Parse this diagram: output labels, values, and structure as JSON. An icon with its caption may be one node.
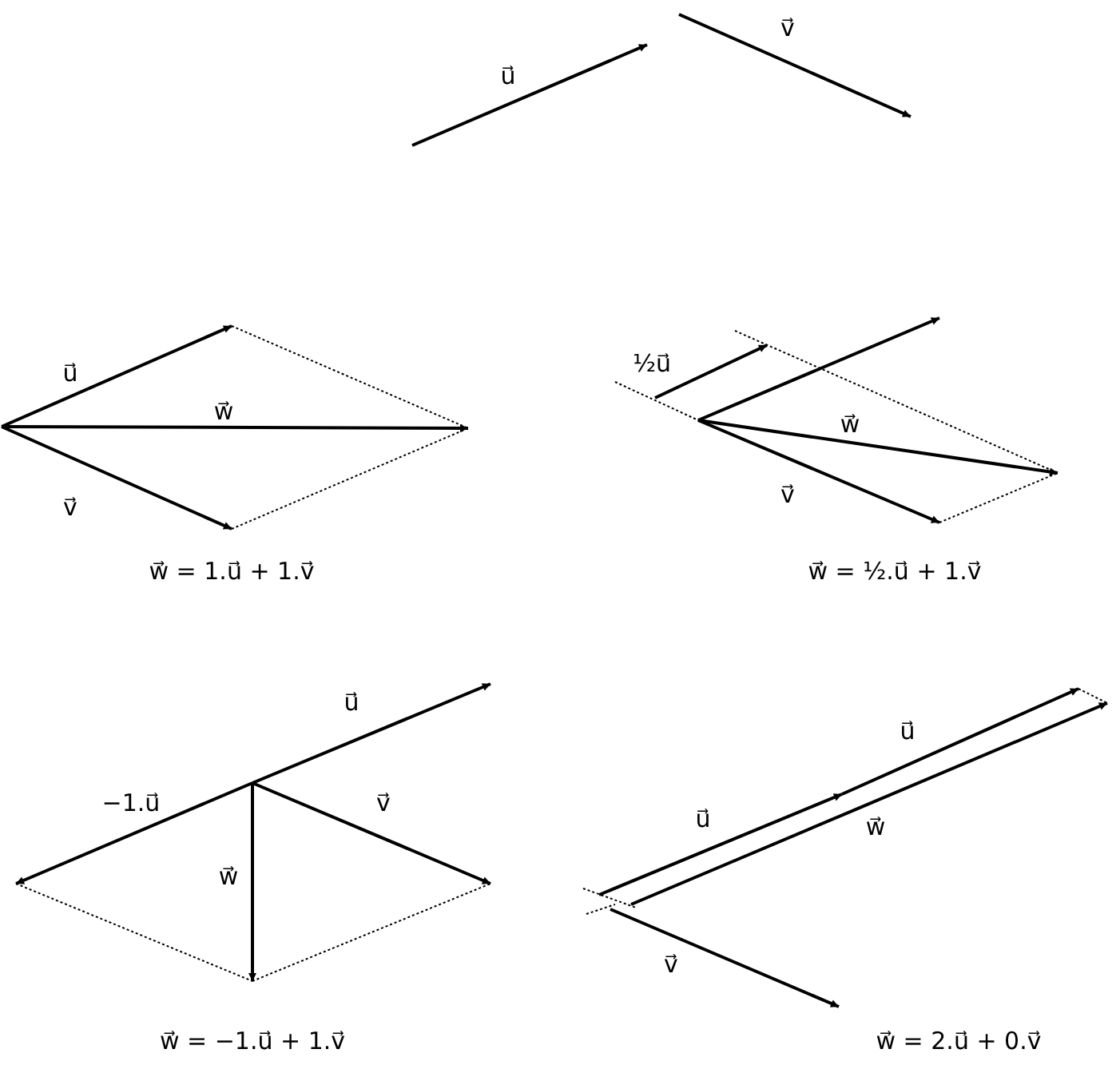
{
  "diagram": {
    "labels": [
      "u⃗",
      "v⃗",
      "u⃗",
      "w⃗",
      "v⃗",
      "w⃗ = 1.u⃗ + 1.v⃗",
      "½u⃗",
      "w⃗",
      "v⃗",
      "w⃗ = ½.u⃗ + 1.v⃗",
      "u⃗",
      "−1.u⃗",
      "v⃗",
      "w⃗",
      "w⃗ = −1.u⃗ + 1.v⃗",
      "u⃗",
      "u⃗",
      "w⃗",
      "v⃗",
      "w⃗ = 2.u⃗ + 0.v⃗"
    ]
  }
}
